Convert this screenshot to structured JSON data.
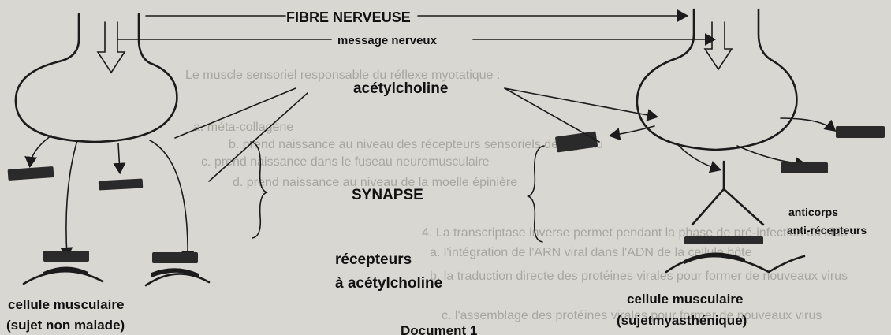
{
  "labels": {
    "fibre": "FIBRE NERVEUSE",
    "message": "message nerveux",
    "ach": "acétylcholine",
    "synapse": "SYNAPSE",
    "receptors_line1": "récepteurs",
    "receptors_line2": "à acétylcholine",
    "muscle_left_line1": "cellule musculaire",
    "muscle_left_line2": "(sujet non malade)",
    "muscle_right_line1": "cellule musculaire",
    "muscle_right_line2": "(sujetmyasthénique)",
    "antibody_line1": "anticorps",
    "antibody_line2": "anti-récepteurs",
    "caption": "Document 1"
  },
  "background_text": [
    "Le muscle sensoriel responsable du réflexe myotatique :",
    "a. méta-collagène",
    "b. prend naissance au niveau des récepteurs sensoriels de la peau",
    "c. prend naissance dans le fuseau neuromusculaire",
    "d. prend naissance au niveau de la moelle épinière",
    "4. La transcriptase inverse permet pendant la phase de pré-infection du sida :",
    "a. l'intégration de l'ARN viral dans l'ADN de la cellule hôte",
    "b. la traduction directe des protéines virales pour former de nouveaux virus",
    "c. l'assemblage des protéines virales pour former de nouveaux virus"
  ]
}
